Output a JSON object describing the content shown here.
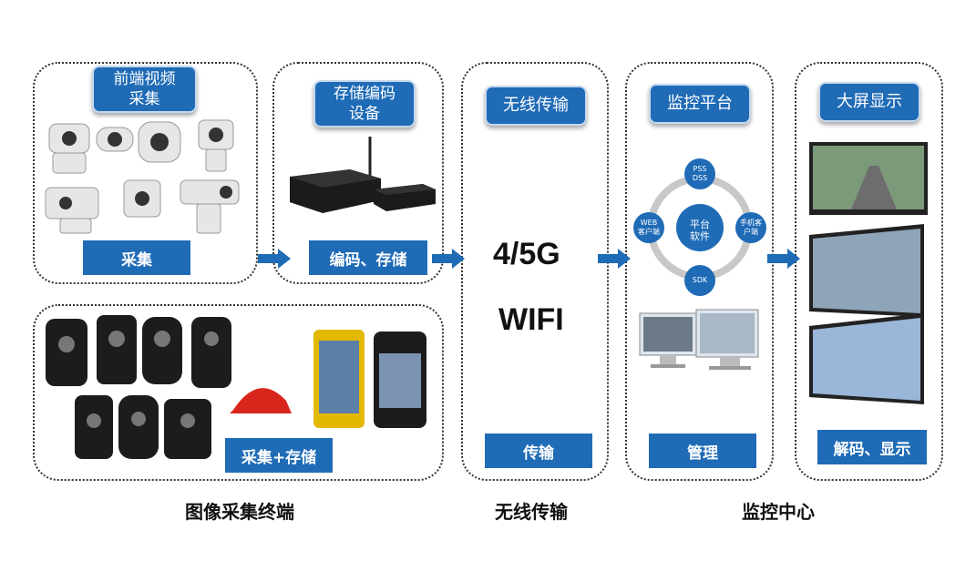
{
  "panels": {
    "front": {
      "header": "前端视频\n采集",
      "label": "采集"
    },
    "storage": {
      "header": "存储编码\n设备",
      "label": "编码、存储"
    },
    "wireless": {
      "header": "无线传输",
      "big1": "4/5G",
      "big2": "WIFI",
      "label": "传输"
    },
    "monitor": {
      "header": "监控平台",
      "label": "管理"
    },
    "display": {
      "header": "大屏显示",
      "label": "解码、显示"
    },
    "terminal": {
      "label": "采集+存储"
    }
  },
  "platform_ring": {
    "center": "平台\n软件",
    "top": "PSS\nDSS",
    "left": "WEB\n客户端",
    "right": "手机客\n户端",
    "bottom": "SDK"
  },
  "bottom_labels": {
    "left": "图像采集终端",
    "middle": "无线传输",
    "right": "监控中心"
  },
  "colors": {
    "accent": "#1f6bb6",
    "arrow": "#1f6bb6"
  }
}
